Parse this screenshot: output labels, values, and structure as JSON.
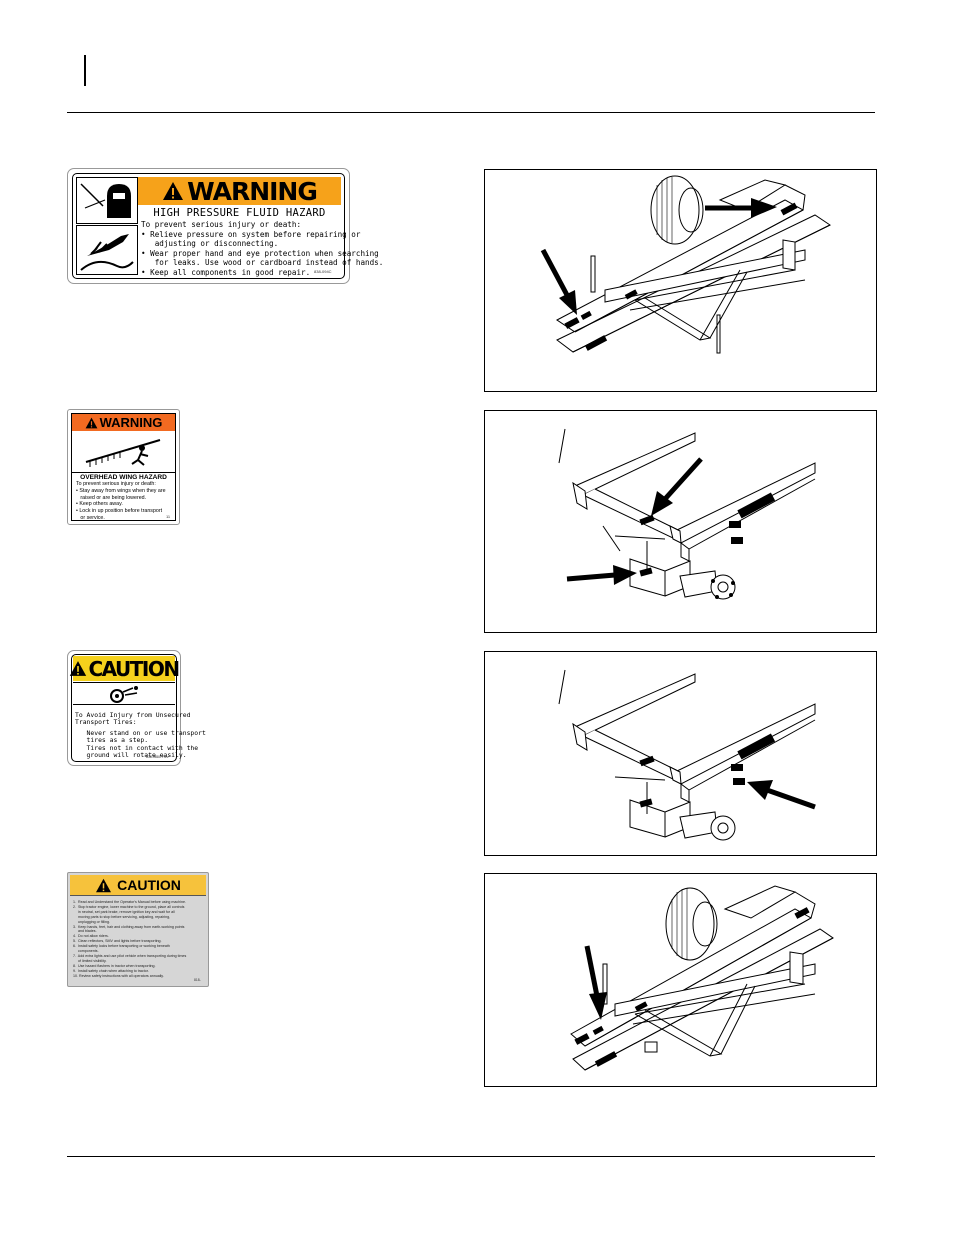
{
  "decals": {
    "hydraulic": {
      "signal_word": "WARNING",
      "title": "HIGH PRESSURE FLUID HAZARD",
      "lines": [
        "To prevent serious injury or death:",
        "• Relieve pressure on system before repairing or",
        "   adjusting or disconnecting.",
        "• Wear proper hand and eye protection when searching",
        "   for leaks. Use wood or cardboard instead of hands.",
        "• Keep all components in good repair."
      ],
      "code": "838-094C"
    },
    "wing": {
      "signal_word": "WARNING",
      "title": "OVERHEAD WING HAZARD",
      "lines": [
        "To prevent serious injury or death:",
        "• Stay away from wings when they are",
        "   raised or are being lowered.",
        "• Keep others away.",
        "• Lock in up position before transport",
        "   or service."
      ],
      "code": "11"
    },
    "tires": {
      "signal_word": "CAUTION",
      "lines": [
        "To Avoid Injury from Unsecured",
        "Transport Tires:",
        "   Never stand on or use transport",
        "   tires as a step.",
        "   Tires not in contact with the",
        "   ground will rotate easily."
      ],
      "code": "838-088C Rev"
    },
    "general": {
      "signal_word": "CAUTION",
      "lines": [
        "1.  Read and Understand the Operator's Manual before using machine.",
        "2.  Stop tractor engine, lower machine to the ground, place all controls",
        "     in neutral, set park brake, remove ignition key and wait for all",
        "     moving parts to stop before servicing, adjusting, repairing,",
        "     unplugging or filling.",
        "3.  Keep hands, feet, hair and clothing away from earth-working points",
        "     and blades.",
        "4.  Do not allow riders.",
        "5.  Clean reflectors, SMV and lights before transporting.",
        "6.  Install safety locks before transporting or working beneath",
        "     components.",
        "7.  Add extra lights and use pilot vehicle when transporting during times",
        "     of limited visibility.",
        "8.  Use hazard flashers in tractor when transporting.",
        "9.  Install safety chain when attaching to tractor.",
        "10. Review safety instructions with all operators annually."
      ],
      "code": "818-"
    }
  }
}
